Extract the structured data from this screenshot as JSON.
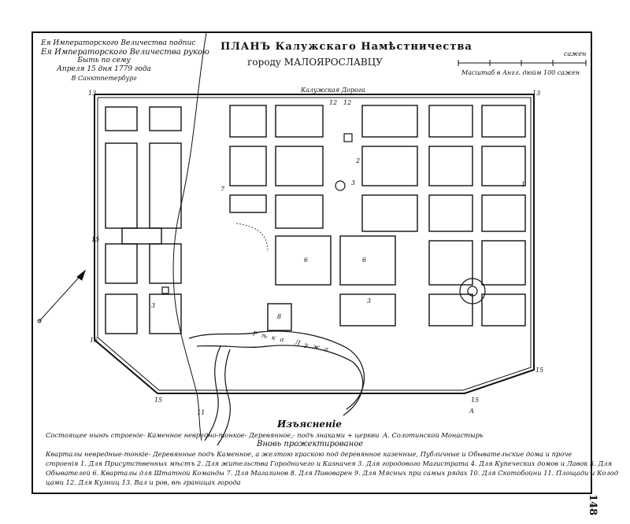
{
  "approval": {
    "line1": "Ея Императорского Величества подпис",
    "line2": "Ея Императорского Величества рукою",
    "line3": "Быть по сему",
    "line4": "Апреля 15 дня 1779 года",
    "line5": "В Санктпетербург"
  },
  "title": {
    "main": "ПЛАНЪ Калужскаго Намѣстничества",
    "sub": "городу МАЛОЯРОСЛАВЦУ"
  },
  "scale": {
    "label": "Масштаб в Англ. дюйм 100 сажен",
    "unit": "сажен"
  },
  "map": {
    "gate_label": "Калужская Дорога",
    "river_label": "Рѣка Лужа",
    "block_labels": [
      "12",
      "12",
      "6",
      "6",
      "7",
      "8",
      "3",
      "3",
      "2",
      "3",
      "1",
      "13",
      "13",
      "15",
      "15",
      "15",
      "15",
      "15",
      "11",
      "А"
    ]
  },
  "legend": {
    "title": "Изъясненiе",
    "line1": "Состоящее нынѣ строенiе- Каменное невредно-тонкое- Деревянное,- подъ знаками + церкви",
    "line1_right": "А. Солотинской Монастырь",
    "line2": "Вновь прожектированое",
    "line3": "Кварталы невредные-тонкiе- Деревянные подъ Каменное, а желтою краскою под деревянное казенные, Публичные и Обывательские дома и проче",
    "line4": "строенiя 1. Для Присутственных мѣстъ 2. Для жительства Городничего и Казначея 3. Для городового Магистрата 4. Для Купеческих домов и Лавок 5. Для",
    "line5": "Обывателей 6. Кварталы для Штатной Команды 7. Для Магазинов 8. Для Пивоварен 9. Для Мясных при самых рядах 10. Для Скотобойни 11. Площади и Колод",
    "line6": "цами 12. Для Кузниц 13. Вал и ров, вѣ границах города"
  },
  "side_number": "148",
  "colors": {
    "ink": "#111111",
    "paper": "#ffffff"
  }
}
